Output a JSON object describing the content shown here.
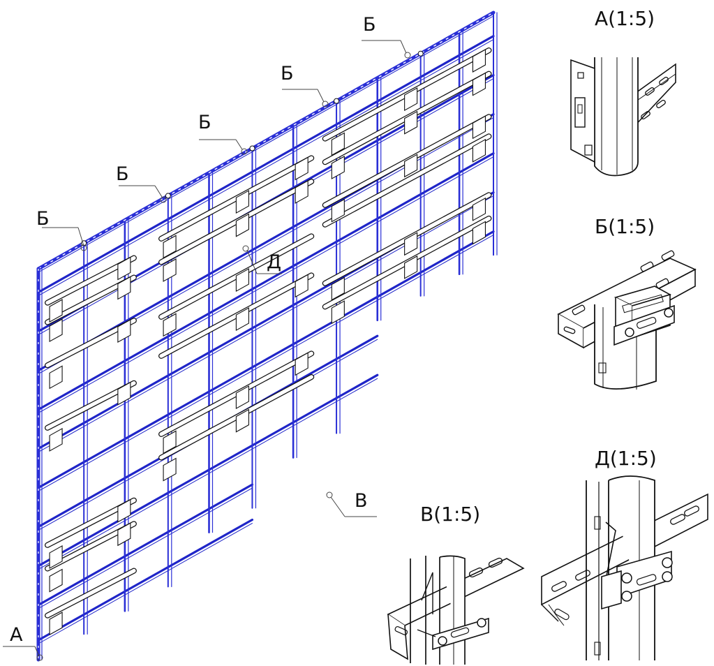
{
  "colors": {
    "frame_blue": "#2a2fd6",
    "rail_blue": "#1f25c8",
    "ink": "#111111",
    "pipe_fill": "#ffffff"
  },
  "callouts": {
    "b": "Б",
    "d": "Д",
    "a": "А",
    "v": "В"
  },
  "details": {
    "a_title": "А(1:5)",
    "b_title": "Б(1:5)",
    "d_title": "Д(1:5)",
    "v_title": "В(1:5)"
  }
}
